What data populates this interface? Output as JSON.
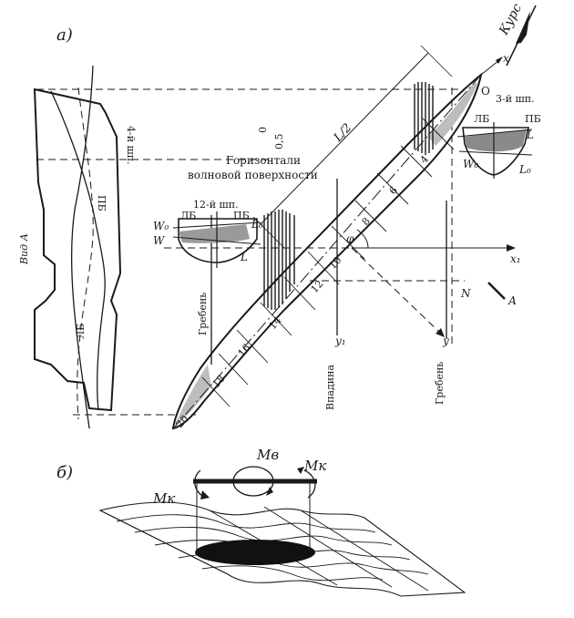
{
  "panel_a": {
    "label": "а)",
    "course": "Курс",
    "view_label": "Вид А",
    "view_a_frame": "4-й шп.",
    "view_a_pb": "ПБ",
    "view_a_lb": "ЛБ",
    "wave_contours_title_line1": "Горизонтали",
    "wave_contours_title_line2": "волновой поверхности",
    "contour_0": "0",
    "contour_05": "0,5",
    "half_length": "L/2",
    "frame12": {
      "name": "12-й шп.",
      "lb": "ЛБ",
      "pb": "ПБ",
      "w0": "W₀",
      "w": "W",
      "l0": "L₀",
      "l": "L"
    },
    "frame3": {
      "name": "3-й шп.",
      "lb": "ЛБ",
      "pb": "ПБ",
      "w0": "W₀",
      "l": "L",
      "l0": "L₀"
    },
    "stations": [
      "4",
      "6",
      "8",
      "10",
      "12",
      "14",
      "16",
      "18",
      "20"
    ],
    "axis_x": "x",
    "axis_x1": "x₁",
    "axis_y": "y",
    "axis_y1": "y₁",
    "origin_o": "О",
    "point_n": "N",
    "view_arrow": "А",
    "angle": "φ",
    "crest_left": "Гребень",
    "trough": "Впадина",
    "crest_right": "Гребень"
  },
  "panel_b": {
    "label": "б)",
    "moment_v": "Mв",
    "moment_k_left": "Mк",
    "moment_k_right": "Mк"
  }
}
